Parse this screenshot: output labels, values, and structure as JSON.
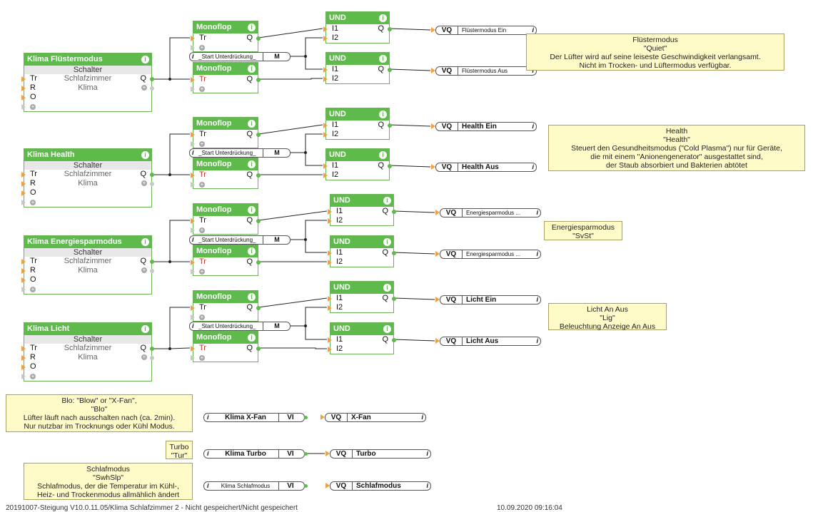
{
  "info_glyph": "i",
  "plus_glyph": "+",
  "klima_blocks": [
    {
      "title": "Klima Flüstermodus",
      "sub": "Schalter",
      "room": "Schlafzimmer",
      "cat": "Klima",
      "tr": "Tr",
      "r": "R",
      "o": "O",
      "q": "Q"
    },
    {
      "title": "Klima Health",
      "sub": "Schalter",
      "room": "Schlafzimmer",
      "cat": "Klima",
      "tr": "Tr",
      "r": "R",
      "o": "O",
      "q": "Q"
    },
    {
      "title": "Klima Energiesparmodus",
      "sub": "Schalter",
      "room": "Schlafzimmer",
      "cat": "Klima",
      "tr": "Tr",
      "r": "R",
      "o": "O",
      "q": "Q"
    },
    {
      "title": "Klima Licht",
      "sub": "Schalter",
      "room": "Schlafzimmer",
      "cat": "Klima",
      "tr": "Tr",
      "r": "R",
      "o": "O",
      "q": "Q"
    }
  ],
  "monoflop": {
    "title": "Monoflop",
    "tr": "Tr",
    "q": "Q"
  },
  "und": {
    "title": "UND",
    "i1": "I1",
    "i2": "I2",
    "q": "Q"
  },
  "start_pill": {
    "name": "_Start Unterdrückung_",
    "tag": "M"
  },
  "outputs": [
    {
      "tag": "VQ",
      "name": "Flüstermodus Ein"
    },
    {
      "tag": "VQ",
      "name": "Flüstermodus Aus"
    },
    {
      "tag": "VQ",
      "name": "Health Ein"
    },
    {
      "tag": "VQ",
      "name": "Health Aus"
    },
    {
      "tag": "VQ",
      "name": "Energiesparmodus ..."
    },
    {
      "tag": "VQ",
      "name": "Energiesparmodus ..."
    },
    {
      "tag": "VQ",
      "name": "Licht Ein"
    },
    {
      "tag": "VQ",
      "name": "Licht Aus"
    }
  ],
  "notes": [
    "Flüstermodus\n\"Quiet\"\nDer Lüfter wird auf seine leiseste Geschwindigkeit verlangsamt.\nNicht im Trocken- und Lüftermodus verfügbar.",
    "Health\n\"Health\"\nSteuert den Gesundheitsmodus (\"Cold Plasma\") nur für Geräte,\ndie mit einem \"Anionengenerator\" ausgestattet sind,\nder Staub absorbiert und Bakterien abtötet",
    "Energiesparmodus\n\"SvSt\"",
    "Licht An Aus\n\"Lig\"\nBeleuchtung Anzeige An Aus",
    "Blo: \"Blow\" or \"X-Fan\",\n\"Blo\"\nLüfter läuft nach ausschalten nach (ca. 2min).\nNur nutzbar im Trocknungs oder Kühl Modus.",
    "Turbo\n\"Tur\"",
    "Schlafmodus\n\"SwhSlp\"\nSchlafmodus, der die Temperatur im Kühl-,\nHeiz- und Trockenmodus allmählich ändert"
  ],
  "vi_inputs": [
    {
      "name": "Klima X-Fan",
      "tag": "VI"
    },
    {
      "name": "Klima Turbo",
      "tag": "VI"
    },
    {
      "name": "Klima Schlafmodus",
      "tag": "VI"
    }
  ],
  "vq_bottom": [
    {
      "tag": "VQ",
      "name": "X-Fan"
    },
    {
      "tag": "VQ",
      "name": "Turbo"
    },
    {
      "tag": "VQ",
      "name": "Schlafmodus"
    }
  ],
  "footer": {
    "left": "20191007-Steigung V10.0.11.05/Klima Schlafzimmer 2 - Nicht gespeichert/Nicht gespeichert",
    "right": "10.09.2020 09:16:04"
  }
}
